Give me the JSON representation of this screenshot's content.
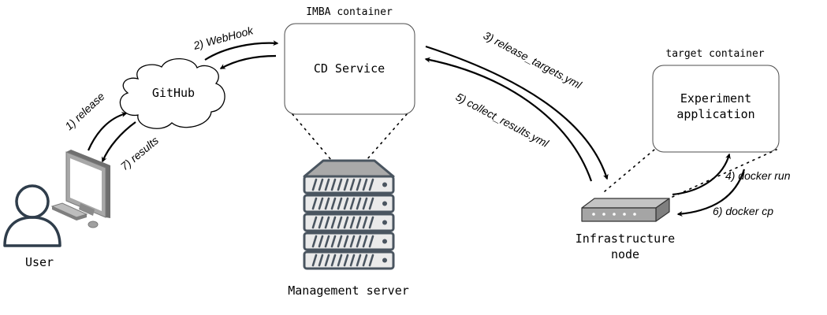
{
  "nodes": {
    "user": {
      "label": "User"
    },
    "github": {
      "label": "GitHub"
    },
    "imba_container": {
      "caption": "IMBA container",
      "label": "CD Service"
    },
    "management_server": {
      "label": "Management server"
    },
    "target_container": {
      "caption": "target container",
      "label_line1": "Experiment",
      "label_line2": "application"
    },
    "infrastructure_node": {
      "label_line1": "Infrastructure",
      "label_line2": "node"
    }
  },
  "edges": {
    "release": "1) release",
    "webhook": "2) WebHook",
    "release_targets": "3) release_targets.yml",
    "docker_run": "4) docker run",
    "collect_results": "5) collect_results.yml",
    "docker_cp": "6) docker cp",
    "results": "7) results"
  },
  "colors": {
    "stroke": "#000000",
    "box_border": "#4d4d4d",
    "server_dark": "#4a5560",
    "server_fill": "#eaeaea",
    "server_top": "#a9a9a9",
    "monitor_gray": "#a8a8a8",
    "monitor_screen": "#ffffff",
    "person_outline": "#2f3d4b"
  }
}
